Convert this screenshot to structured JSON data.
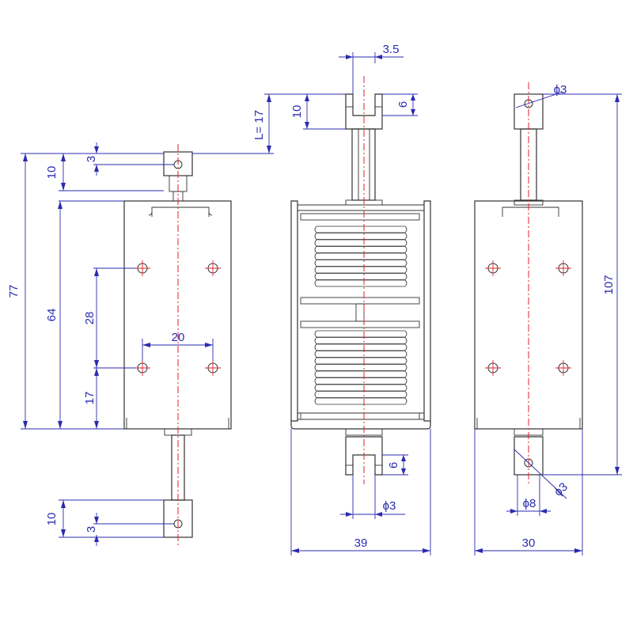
{
  "dimensions": {
    "lead_3_top": "3",
    "lead_10_top": "10",
    "overall_77": "77",
    "body_64": "64",
    "hole_pitch_28": "28",
    "hole_pitch_20": "20",
    "hole_offset_17": "17",
    "lead_10_bottom": "10",
    "lead_3_bottom": "3",
    "stroke_L": "L= 17",
    "slot_3_5": "3.5",
    "plunger_10": "10",
    "slot_6_top": "6",
    "slot_6_bottom": "6",
    "pin_dia_3_front": "ϕ3",
    "width_39": "39",
    "hole_dia_3_top": "ϕ3",
    "overall_107": "107",
    "shaft_dia_8": "ϕ8",
    "hole_dia_3_bottom": "ϕ3",
    "width_30": "30"
  },
  "colors": {
    "outline": "#333333",
    "centerline": "#e0202a",
    "dimension": "#2b2bb0"
  }
}
